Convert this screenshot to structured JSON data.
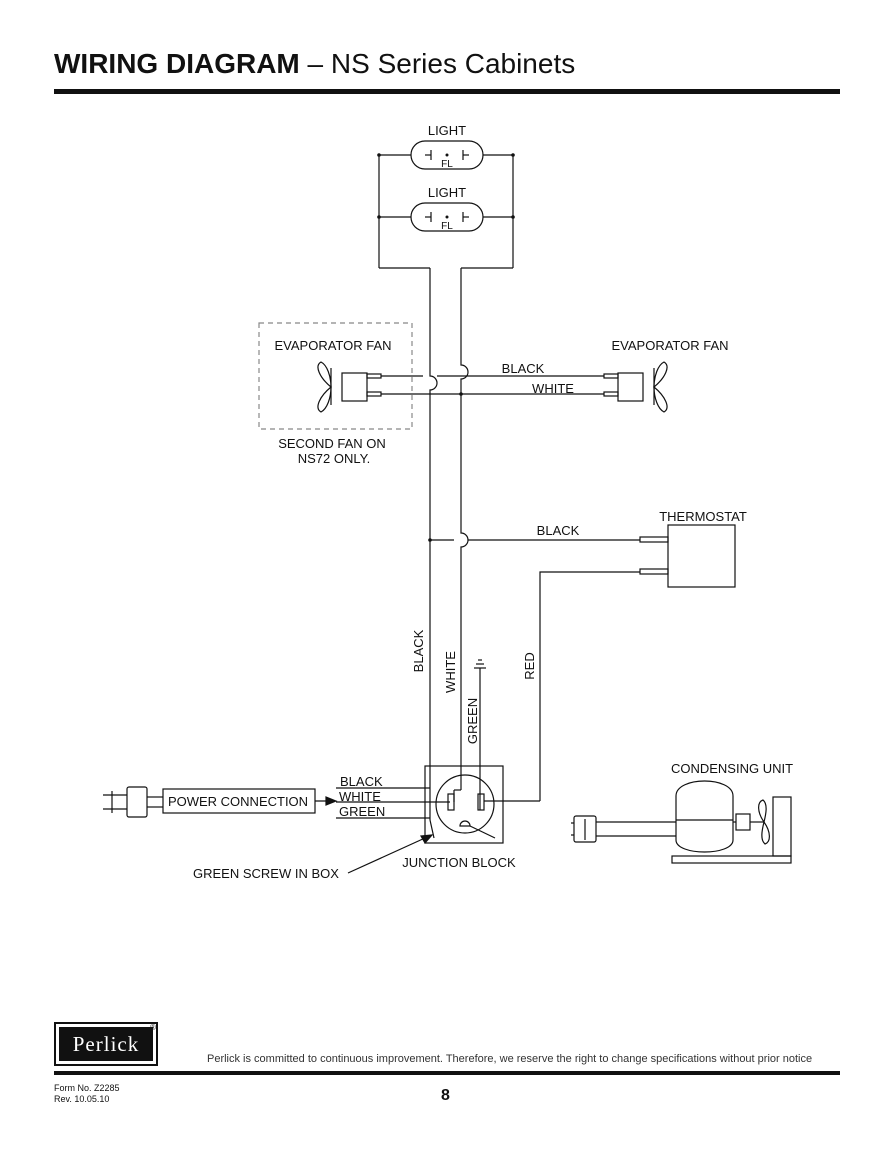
{
  "header": {
    "title_bold": "WIRING DIAGRAM",
    "title_rest": " – NS Series Cabinets"
  },
  "diagram": {
    "light_1": "LIGHT",
    "light_2": "LIGHT",
    "fl_1": "FL",
    "fl_2": "FL",
    "evap_fan_left": "EVAPORATOR FAN",
    "evap_fan_right": "EVAPORATOR FAN",
    "second_fan_line1": "SECOND FAN ON",
    "second_fan_line2": "NS72 ONLY.",
    "fan_black": "BLACK",
    "fan_white": "WHITE",
    "thermostat": "THERMOSTAT",
    "thermostat_black": "BLACK",
    "vert_black": "BLACK",
    "vert_white": "WHITE",
    "vert_green": "GREEN",
    "vert_red": "RED",
    "power_connection": "POWER CONNECTION",
    "junction_black": "BLACK",
    "junction_white": "WHITE",
    "junction_green": "GREEN",
    "green_screw": "GREEN SCREW IN BOX",
    "junction_block": "JUNCTION BLOCK",
    "condensing_unit": "CONDENSING UNIT"
  },
  "footer": {
    "logo": "Perlick",
    "registered": "®",
    "notice": "Perlick is committed to continuous improvement. Therefore, we reserve the right to change specifications without prior notice",
    "form_no": "Form No. Z2285",
    "rev": "Rev. 10.05.10",
    "page_number": "8"
  }
}
